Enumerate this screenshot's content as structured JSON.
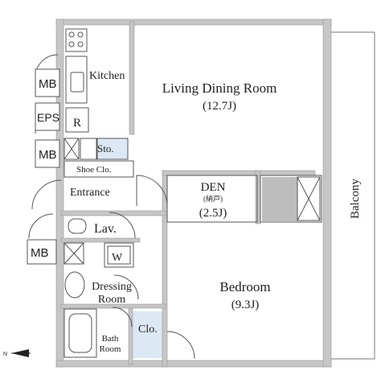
{
  "rooms": {
    "living": {
      "name": "Living Dining Room",
      "size": "(12.7J)"
    },
    "den": {
      "name": "DEN",
      "note": "(納戸)",
      "size": "(2.5J)"
    },
    "bedroom": {
      "name": "Bedroom",
      "size": "(9.3J)"
    },
    "kitchen": "Kitchen",
    "entrance": "Entrance",
    "shoe_closet": "Shoe Clo.",
    "storage": "Sto.",
    "refrigerator": "R",
    "lavatory": "Lav.",
    "washer": "W",
    "dressing": [
      "Dressing",
      "Room"
    ],
    "bath": [
      "Bath",
      "Room"
    ],
    "closet": "Clo.",
    "balcony": "Balcony"
  },
  "shafts": {
    "mb_top": "MB",
    "eps": "EPS",
    "mb_mid": "MB",
    "mb_low": "MB"
  },
  "compass": {
    "letter": "N"
  },
  "colors": {
    "wall": "#c6c6c6",
    "line": "#555555",
    "storage_fill": "#dce8f4",
    "den_fill": "#bdbdbd"
  }
}
